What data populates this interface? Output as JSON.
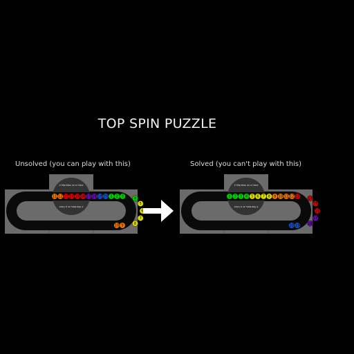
{
  "title": "TOP SPIN PUZZLE",
  "puzzles": [
    {
      "caption": "Unsolved (you can play with this)",
      "interactive": true,
      "turntable_top_text": "4 Marbles at a time",
      "turntable_bottom_text": "4 Marbles at a time",
      "sequence": [
        11,
        12,
        13,
        14,
        15,
        16,
        17,
        18,
        19,
        20,
        1,
        2,
        3,
        4,
        5,
        6,
        7,
        8,
        9,
        10
      ]
    },
    {
      "caption": "Solved (you can't play with this)",
      "interactive": false,
      "turntable_top_text": "4 Marbles at a time",
      "turntable_bottom_text": "4 Marbles at a time",
      "sequence": [
        1,
        2,
        3,
        4,
        5,
        6,
        7,
        8,
        9,
        10,
        11,
        12,
        13,
        14,
        15,
        16,
        17,
        18,
        19,
        20
      ]
    }
  ],
  "colors": {
    "background": "#000000",
    "board": "#6b6b6b",
    "track": "#0a0a0a",
    "turntable": "#333333",
    "ball_by_number": {
      "1": "#00cc00",
      "2": "#00cc00",
      "3": "#00cc00",
      "4": "#00cc00",
      "5": "#dddd00",
      "6": "#dddd00",
      "7": "#dddd00",
      "8": "#dddd00",
      "9": "#ee7700",
      "10": "#ee7700",
      "11": "#ee7700",
      "12": "#ee7700",
      "13": "#dd0000",
      "14": "#dd0000",
      "15": "#dd0000",
      "16": "#dd0000",
      "17": "#6a0bb0",
      "18": "#6a0bb0",
      "19": "#1a4fcc",
      "20": "#1a4fcc"
    }
  },
  "icons": {
    "arrow": "right-arrow-icon"
  }
}
